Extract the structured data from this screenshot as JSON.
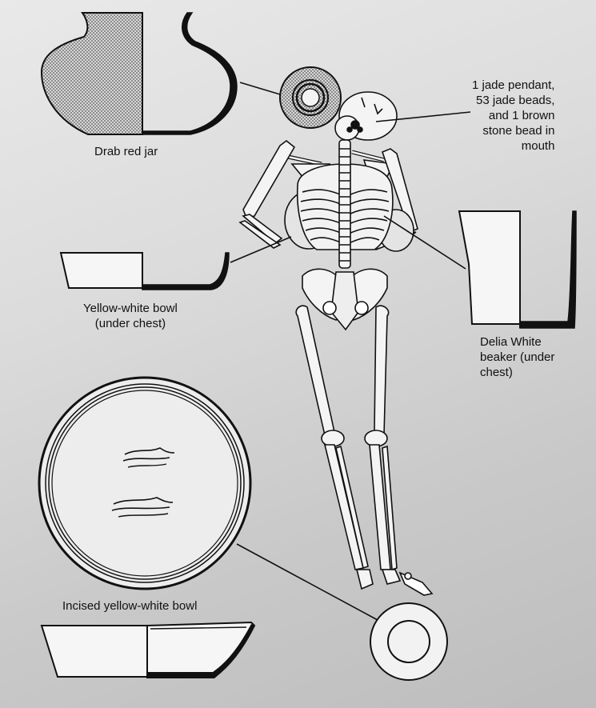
{
  "labels": {
    "drab_jar": "Drab red jar",
    "pendant_note": [
      "1 jade pendant,",
      "53 jade beads,",
      "and 1 brown",
      "stone bead in",
      "mouth"
    ],
    "yellow_bowl": [
      "Yellow-white bowl",
      "(under chest)"
    ],
    "delia_beaker": [
      "Delia White",
      "beaker (under",
      "chest)"
    ],
    "incised_bowl": "Incised yellow-white bowl"
  },
  "colors": {
    "ink": "#111111",
    "stipple": "#8a8a8a",
    "bone": "#f4f4f4"
  },
  "icons": {
    "skeleton": "skeleton-illustration",
    "jar": "jar-profile-icon",
    "bowl": "bowl-profile-icon",
    "beaker": "beaker-profile-icon",
    "ring": "ring-plan-icon"
  }
}
